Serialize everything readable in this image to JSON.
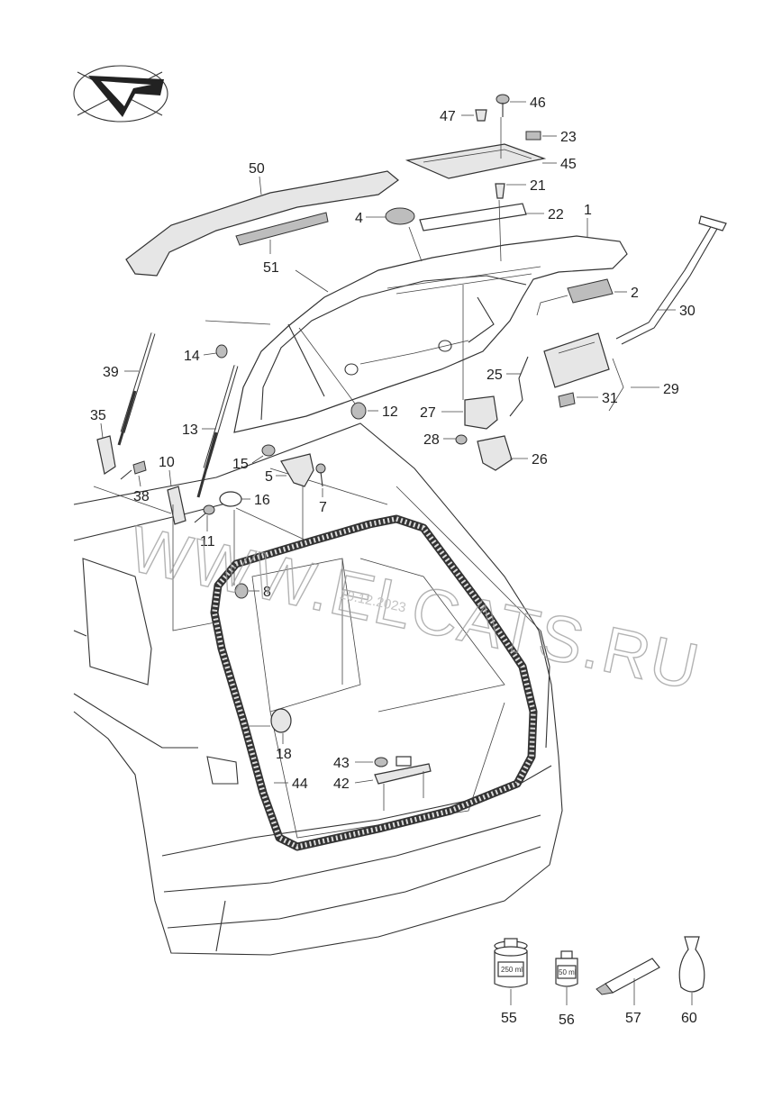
{
  "watermark": {
    "text": "WWW.ELCATS.RU",
    "date": "10.12.2023"
  },
  "containers": {
    "bottle_55_volume": "250 ml",
    "bottle_56_volume": "50 ml"
  },
  "labels": {
    "p1": "1",
    "p2": "2",
    "p4": "4",
    "p5": "5",
    "p7": "7",
    "p8": "8",
    "p10": "10",
    "p11": "11",
    "p12": "12",
    "p13": "13",
    "p14": "14",
    "p15": "15",
    "p16": "16",
    "p18": "18",
    "p21": "21",
    "p22": "22",
    "p23": "23",
    "p25": "25",
    "p26": "26",
    "p27": "27",
    "p28": "28",
    "p29": "29",
    "p30": "30",
    "p31": "31",
    "p35": "35",
    "p38": "38",
    "p39": "39",
    "p42": "42",
    "p43": "43",
    "p44": "44",
    "p45": "45",
    "p46": "46",
    "p47": "47",
    "p50": "50",
    "p51": "51",
    "p55": "55",
    "p56": "56",
    "p57": "57",
    "p60": "60"
  }
}
